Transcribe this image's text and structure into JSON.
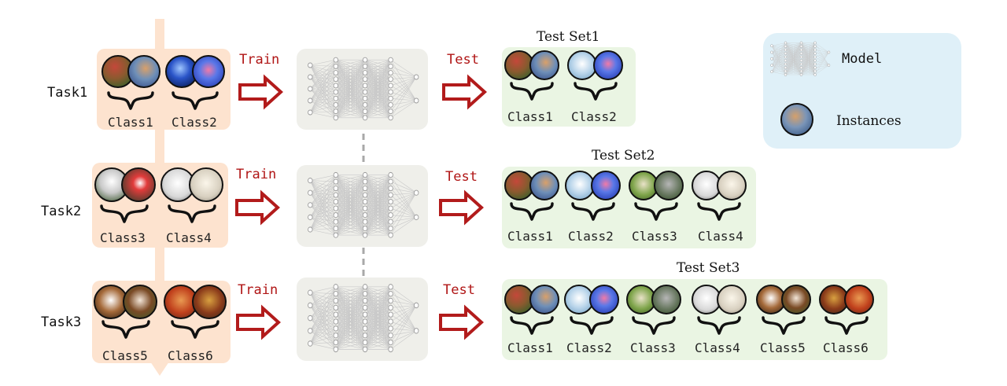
{
  "tasks": [
    {
      "label": "Task1",
      "classes": [
        "Class1",
        "Class2"
      ]
    },
    {
      "label": "Task2",
      "classes": [
        "Class3",
        "Class4"
      ]
    },
    {
      "label": "Task3",
      "classes": [
        "Class5",
        "Class6"
      ]
    }
  ],
  "train_label": "Train",
  "test_label": "Test",
  "test_sets": [
    {
      "title": "Test Set1",
      "classes": [
        "Class1",
        "Class2"
      ]
    },
    {
      "title": "Test Set2",
      "classes": [
        "Class1",
        "Class2",
        "Class3",
        "Class4"
      ]
    },
    {
      "title": "Test Set3",
      "classes": [
        "Class1",
        "Class2",
        "Class3",
        "Class4",
        "Class5",
        "Class6"
      ]
    }
  ],
  "legend": {
    "model_label": "Model",
    "instances_label": "Instances"
  },
  "icons": {
    "instances": [
      "robin-bird-image",
      "jellyfish-image",
      "goose-image",
      "arctic-fox-image",
      "beagle-dog-image",
      "crab-image"
    ]
  },
  "colors": {
    "task_box": "#fde3cf",
    "timeline": "#fde3cf",
    "model_box": "#efefea",
    "test_box": "#eaf5e3",
    "legend_box": "#dff0f8",
    "arrow": "#b21b1b",
    "train_test_text": "#b01515",
    "class_bird": [
      "#8a5a2f",
      "#c4483a"
    ],
    "class_jellyfish": [
      "#1e3c9e",
      "#5a86e8"
    ],
    "class_goose": [
      "#6f8f3a",
      "#e4e4e4"
    ],
    "class_fox": [
      "#d7d7d7",
      "#f2efe6"
    ],
    "class_dog": [
      "#8a5530",
      "#f1e7da"
    ],
    "class_crab": [
      "#b5441c",
      "#e07a3c"
    ]
  }
}
